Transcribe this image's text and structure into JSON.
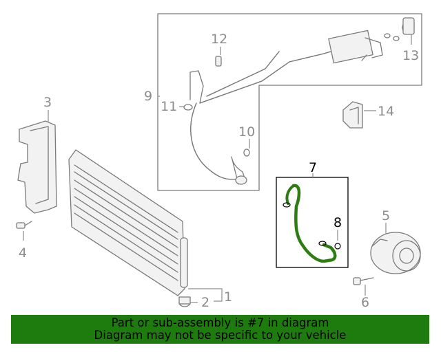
{
  "colors": {
    "highlight_part": "#2e7d12",
    "footer_background": "#1e7c0e",
    "callout_gray": "#8c8c8c",
    "callout_highlight": "#000000"
  },
  "callouts": {
    "c1": "1",
    "c2": "2",
    "c3": "3",
    "c4": "4",
    "c5": "5",
    "c6": "6",
    "c7": "7",
    "c8": "8",
    "c9": "9",
    "c10": "10",
    "c11": "11",
    "c12": "12",
    "c13": "13",
    "c14": "14"
  },
  "highlighted_callout": "7",
  "footer": {
    "line1": "Part or sub-assembly is #7 in diagram",
    "line2": "Diagram may not be specific to your vehicle"
  }
}
